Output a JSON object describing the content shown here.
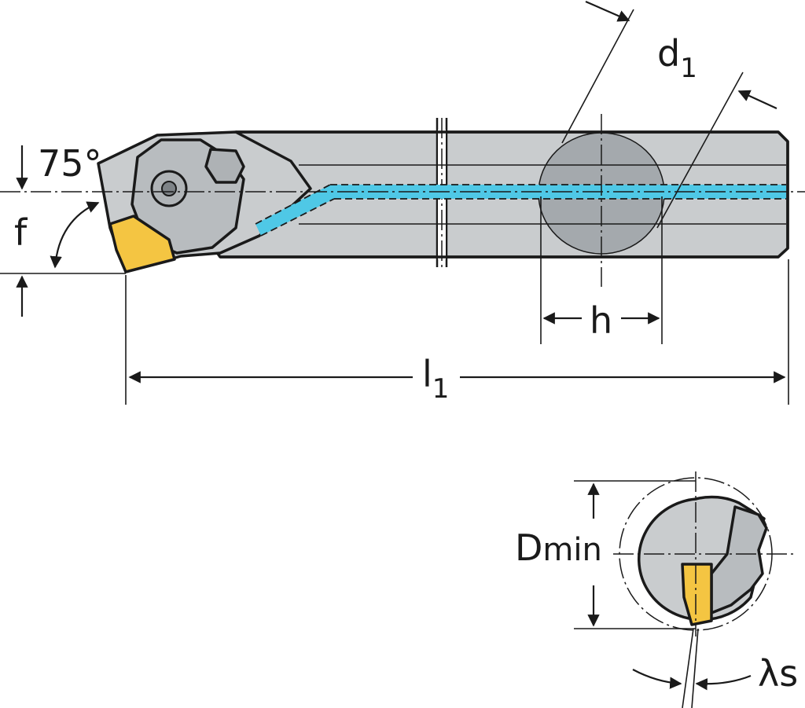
{
  "labels": {
    "angle": "75°",
    "f": "f",
    "h": "h",
    "d1_main": "d",
    "d1_sub": "1",
    "l1_main": "l",
    "l1_sub": "1",
    "dmin_main": "D",
    "dmin_sub": "min",
    "lambda": "λs"
  },
  "colors": {
    "body": "#c9ccce",
    "section": "#a4a9ad",
    "coolant": "#4fc8e6",
    "insert": "#f4c542",
    "outline": "#1a1a1a"
  }
}
